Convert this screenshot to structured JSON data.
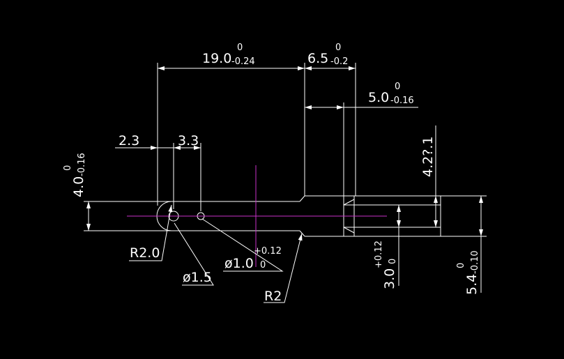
{
  "colors": {
    "background": "#000000",
    "lines": "#ffffff",
    "centerlines": "#c832c8"
  },
  "dims": {
    "d19": {
      "base": "19.0",
      "upper": "0",
      "lower": "-0.24"
    },
    "d65": {
      "base": "6.5",
      "upper": "0",
      "lower": "-0.2"
    },
    "d50": {
      "base": "5.0",
      "upper": "0",
      "lower": "-0.16"
    },
    "d23": {
      "text": "2.3"
    },
    "d33": {
      "text": "3.3"
    },
    "d40": {
      "base": "4.0",
      "upper": "0",
      "lower": "-0.16"
    },
    "d42": {
      "text": "4.2?.1"
    },
    "d30": {
      "base": "3.0",
      "upper": "+0.12",
      "lower": "0"
    },
    "d54": {
      "base": "5.4",
      "upper": "0",
      "lower": "-0.10"
    },
    "r20": {
      "text": "R2.0"
    },
    "dia15": {
      "text": "ø1.5"
    },
    "dia10": {
      "base": "ø1.0",
      "upper": "+0.12",
      "lower": "0"
    },
    "r2": {
      "text": "R2"
    }
  }
}
